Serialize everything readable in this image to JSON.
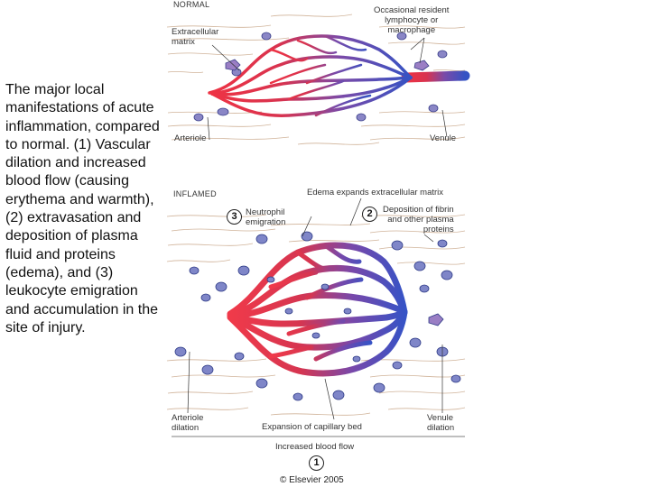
{
  "caption": "The major local manifestations of acute inflammation, compared to normal. (1) Vascular dilation and increased blood flow (causing erythema and warmth), (2) extravasation and deposition of plasma fluid and proteins (edema), and (3) leukocyte emigration and accumulation in the site of injury.",
  "normal_panel": {
    "title": "NORMAL",
    "extracellular_matrix": "Extracellular\nmatrix",
    "resident_cell": "Occasional resident\nlymphocyte or\nmacrophage",
    "arteriole": "Arteriole",
    "venule": "Venule"
  },
  "inflamed_panel": {
    "title": "INFLAMED",
    "edema": "Edema expands extracellular matrix",
    "neutrophil_number": "3",
    "neutrophil": "Neutrophil\nemigration",
    "fibrin_number": "2",
    "fibrin": "Deposition of fibrin\nand other plasma\nproteins",
    "arteriole_dilation": "Arteriole\ndilation",
    "capillary_expansion": "Expansion of capillary bed",
    "venule_dilation": "Venule\ndilation",
    "blood_flow": "Increased blood flow",
    "blood_flow_number": "1"
  },
  "copyright": "© Elsevier 2005",
  "colors": {
    "arterial": "#e8344a",
    "venous": "#3a5bc7",
    "tissue": "#c9a98a",
    "cell": "#4a5aa8"
  }
}
